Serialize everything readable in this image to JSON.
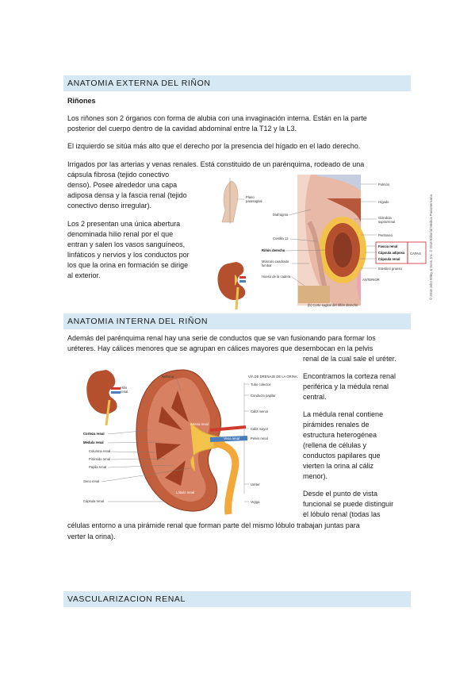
{
  "sections": {
    "externa": {
      "heading": "ANATOMIA EXTERNA DEL RIÑON",
      "subtitle": "Riñones",
      "p1a": "Los riñones son 2 órganos con forma de alubia con una invaginación interna. Están en la parte",
      "p1b": "posterior del cuerpo dentro de la cavidad abdominal entre la T12 y la L3.",
      "p2": "El izquierdo se sitúa más alto que el derecho por la presencia del hígado en el lado derecho.",
      "p3": [
        "Irrigados por las arterias y venas renales. Está constituido de un parénquima, rodeado de una",
        "cápsula fibrosa (tejido conectivo",
        "denso). Posee alrededor una capa",
        "adiposa densa y la fascia renal (tejido",
        "conectivo denso irregular)."
      ],
      "p4": [
        "Los 2 presentan una única abertura",
        "denominada hilio renal por el que",
        "entran y salen los vasos sanguíneos,",
        "linfáticos y nervios y los conductos por",
        "los que la orina en formación se dirige",
        "al exterior."
      ]
    },
    "interna": {
      "heading": "ANATOMIA INTERNA DEL RIÑON",
      "p1": [
        "Además del parénquima renal hay una serie de conductos que se van fusionando para formar los",
        "uréteres. Hay cálices menores que se agrupan en cálices mayores que desembocan en la pelvis",
        "renal de la cual sale el uréter."
      ],
      "p2": [
        "Encontramos la corteza renal",
        "periférica y la médula renal",
        "central."
      ],
      "p3": [
        "La médula renal contiene",
        "pirámides renales de",
        "estructura heterogénea",
        "(rellena de células y",
        "conductos papilares que",
        "vierten la orina al cáliz",
        "menor)."
      ],
      "p4": [
        "Desde el punto de vista",
        "funcional se puede distinguir",
        "el lóbulo renal (todas las"
      ],
      "p5": [
        "células entorno a una pirámide renal que forman parte del mismo lóbulo trabajan juntas para",
        "verter la orina)."
      ]
    },
    "vascular": {
      "heading": "VASCULARIZACION RENAL"
    }
  },
  "figure1": {
    "labels_left": [
      "Plano",
      "parasagital",
      "Diafragma",
      "Costilla 12",
      "Riñón derecho",
      "Músculo cuadrado",
      "lumbar",
      "Hueso de la cadera"
    ],
    "labels_right": [
      "Pulmón",
      "Hígado",
      "Glándula",
      "suprarrenal",
      "Peritoneo",
      "Fascia renal",
      "Cápsula adiposa",
      "Cápsula renal",
      "Intestino grueso",
      "ANTERIOR"
    ],
    "bracket_label": "CAPAS",
    "caption": "(b) Corte sagital del riñón derecho",
    "copyright": "© 2018 John Wiley & Sons, Inc.  © 2018 Editorial Médica Panamericana"
  },
  "figure2": {
    "labels_left": [
      "Nefrona",
      "Hilio",
      "renal",
      "Corteza renal",
      "Médula renal",
      "Columna renal",
      "Pirámide renal",
      "Papila renal",
      "Seno renal",
      "Cápsula renal"
    ],
    "labels_right": [
      "VÍA DE DRENAJE DE LA ORINA:",
      "Tubo colector",
      "Conducto papilar",
      "Cáliz menor",
      "Cáliz mayor",
      "Pelvis renal",
      "Uréter",
      "Vejiga"
    ],
    "labels_inner": [
      "Arteria renal",
      "Vena renal",
      "Lóbulo renal"
    ]
  },
  "colors": {
    "heading_bg": "#d5e8f4",
    "kidney": "#b4502e",
    "fat": "#f2c24a",
    "artery": "#d03a2e",
    "vein": "#4a7fbf"
  }
}
